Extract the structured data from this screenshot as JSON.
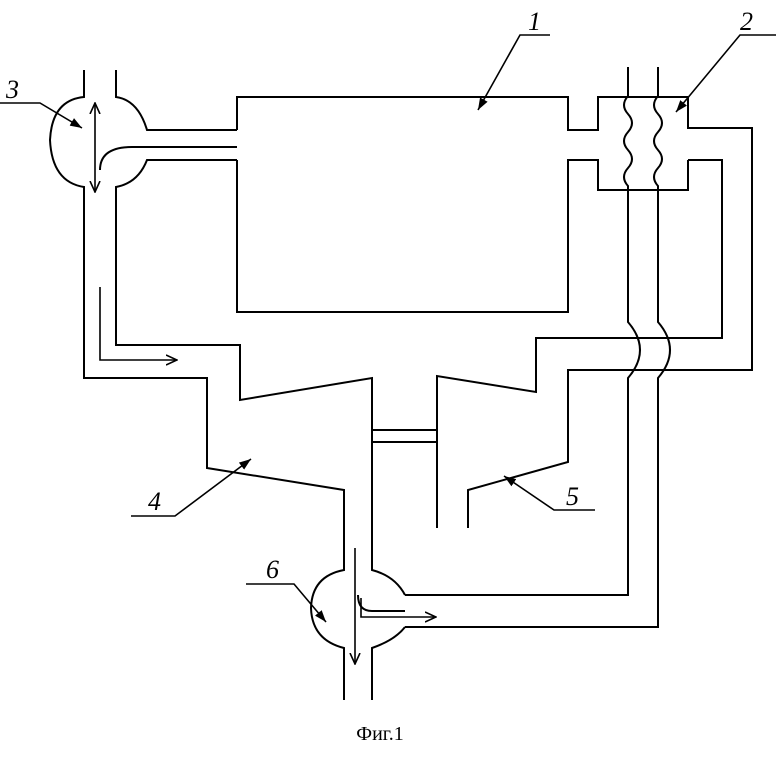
{
  "figure": {
    "caption": "Фиг.1",
    "labels": {
      "l1": "1",
      "l2": "2",
      "l3": "3",
      "l4": "4",
      "l5": "5",
      "l6": "6"
    }
  }
}
